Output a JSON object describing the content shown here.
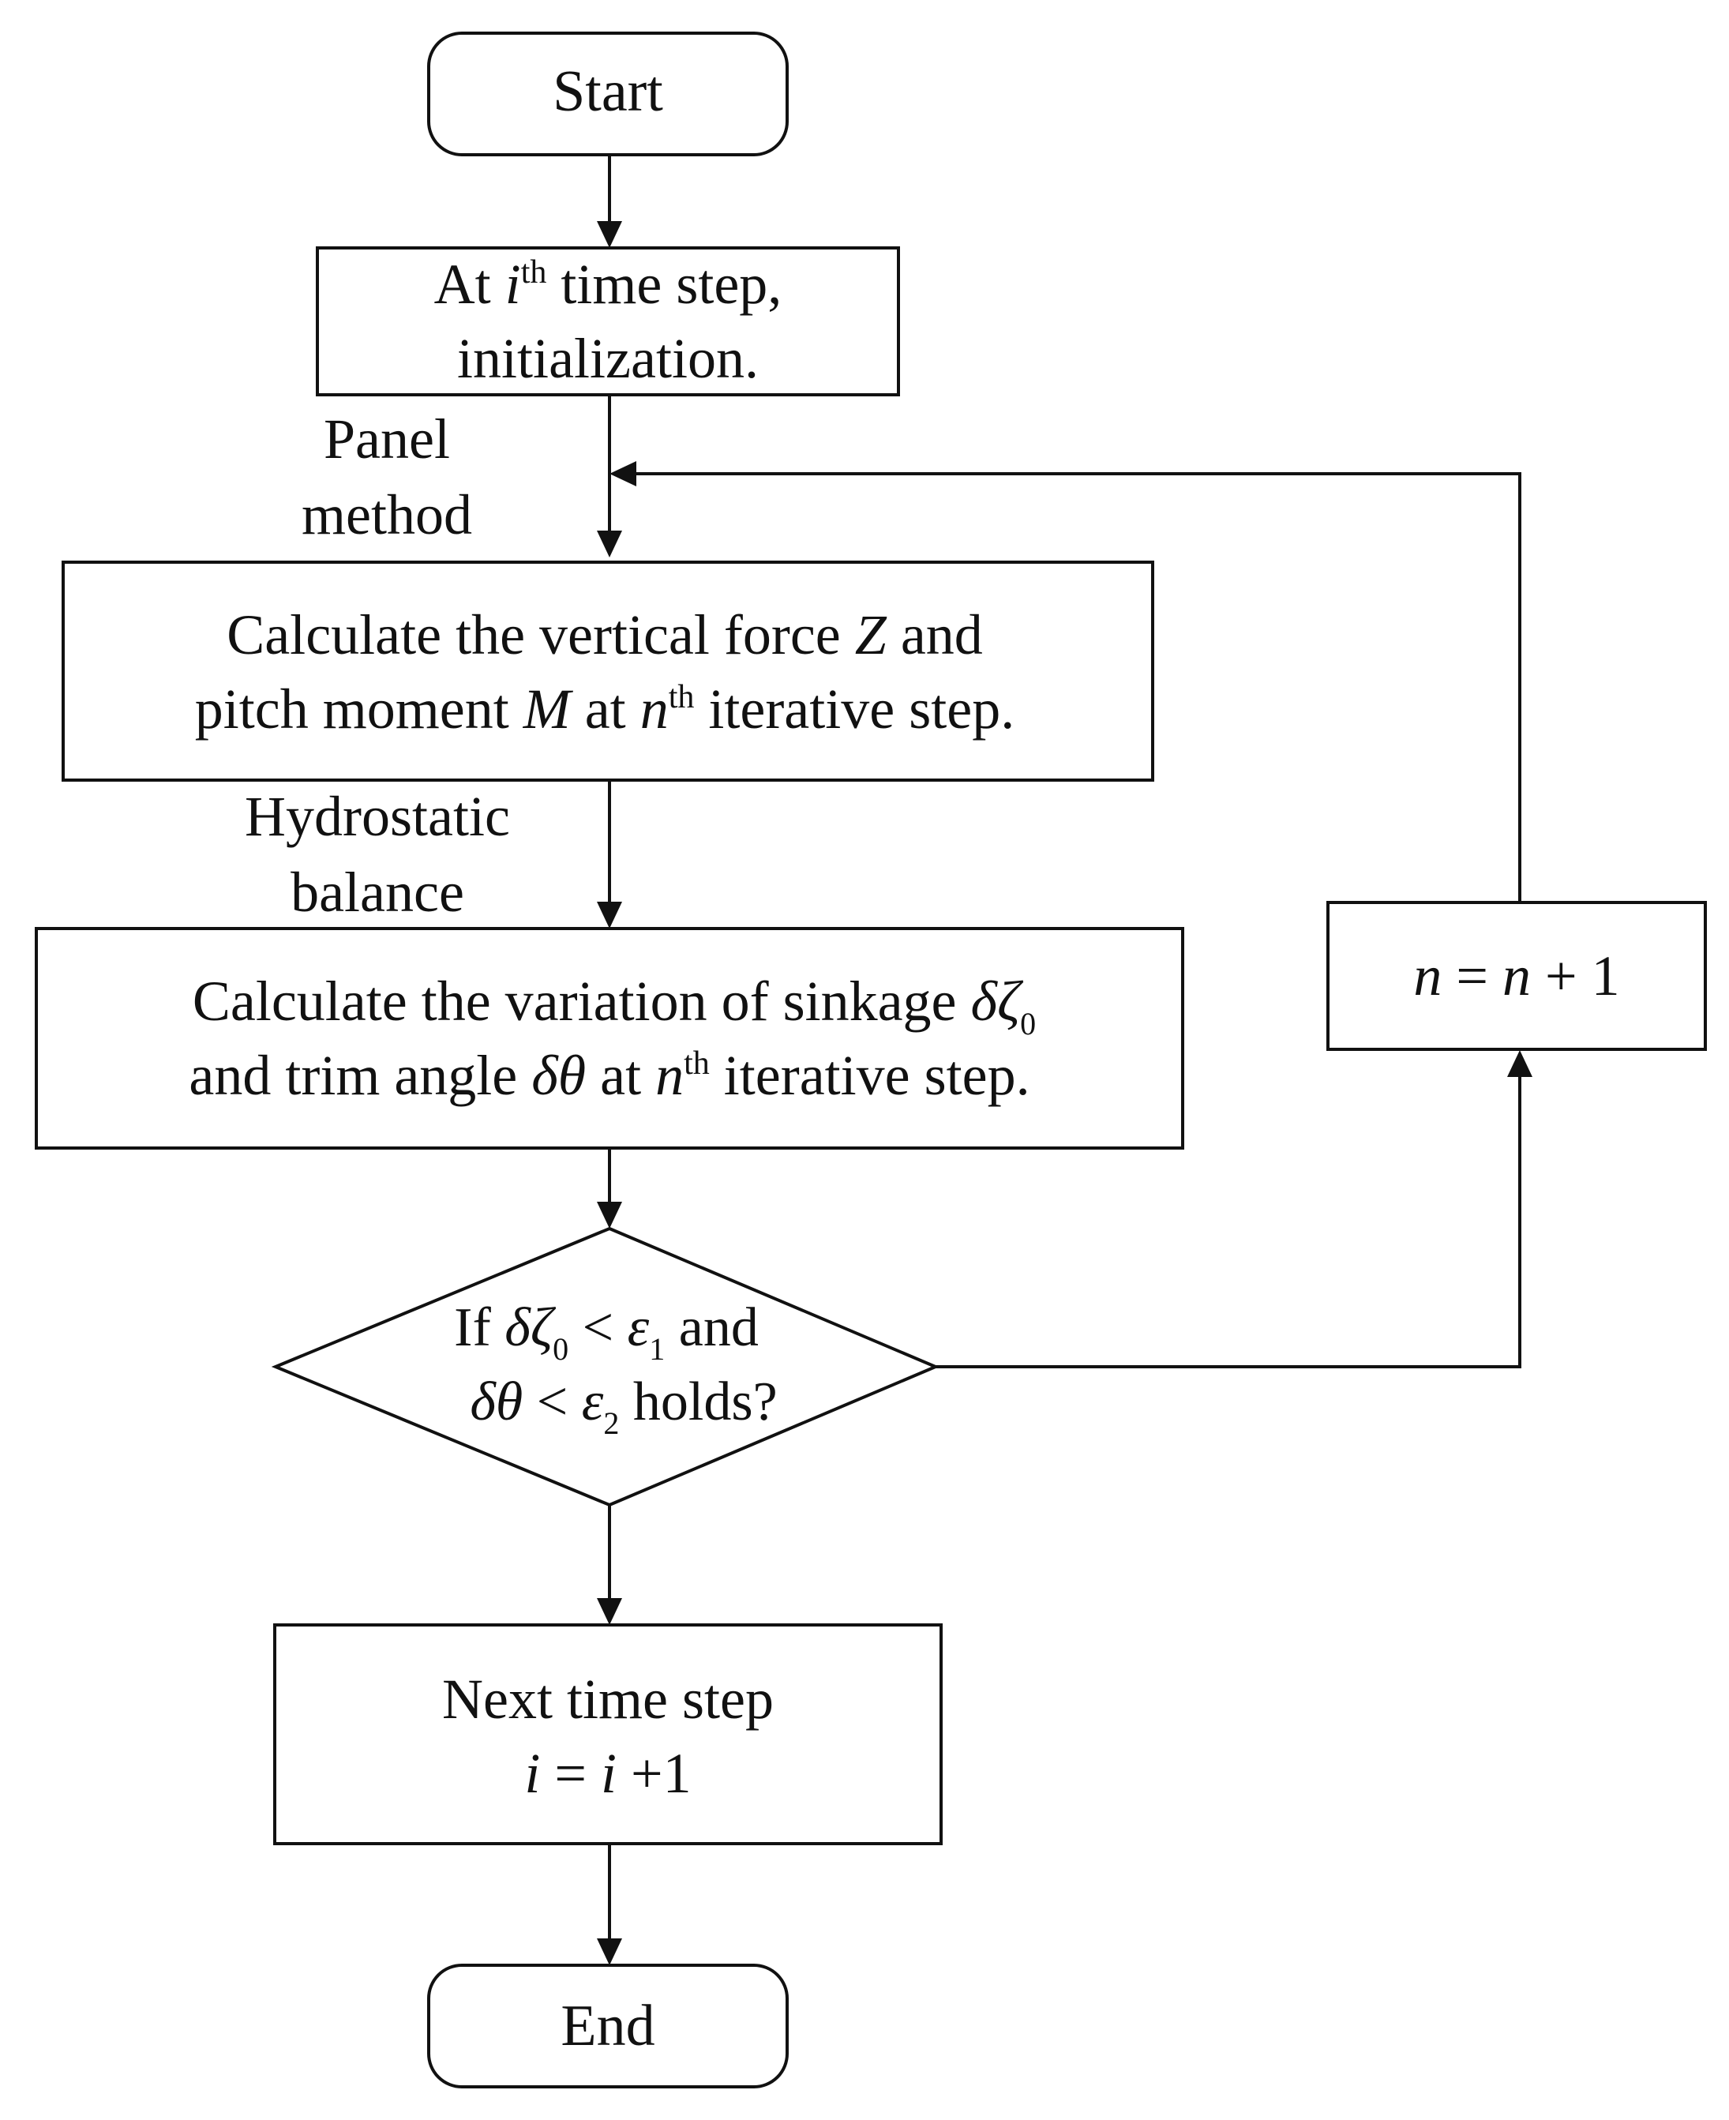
{
  "nodes": {
    "start": {
      "label": "Start"
    },
    "init": {
      "line1_pre": "At ",
      "line1_var": "i",
      "line1_sup": "th",
      "line1_post": " time step,",
      "line2": "initialization."
    },
    "calc_force": {
      "line1_pre": "Calculate the vertical force ",
      "line1_var": "Z",
      "line1_post": " and",
      "line2_pre": "pitch moment ",
      "line2_var": "M",
      "line2_mid": " at ",
      "line2_var2": "n",
      "line2_sup": "th",
      "line2_post": " iterative step."
    },
    "calc_var": {
      "line1_pre": "Calculate the variation of sinkage ",
      "line1_sym": "δζ",
      "line1_sub": "0",
      "line2_pre": "and trim angle ",
      "line2_sym": "δθ",
      "line2_mid": "  at ",
      "line2_var": "n",
      "line2_sup": "th",
      "line2_post": " iterative step."
    },
    "decision": {
      "line1_pre": "If ",
      "line1_sym": "δζ",
      "line1_sub": "0",
      "line1_lt": " < ",
      "line1_eps": "ε",
      "line1_eps_sub": "1",
      "line1_post": " and",
      "line2_sym": "δθ",
      "line2_lt": " < ",
      "line2_eps": "ε",
      "line2_eps_sub": "2",
      "line2_post": " holds?"
    },
    "increment": {
      "var_a": "n",
      "eq": " = ",
      "var_b": "n",
      "plus": " + 1"
    },
    "next_step": {
      "line1": "Next time step",
      "line2_var_a": "i",
      "line2_eq": " = ",
      "line2_var_b": "i",
      "line2_post": " +1"
    },
    "end": {
      "label": "End"
    }
  },
  "edge_labels": {
    "panel_method": {
      "line1": "Panel",
      "line2": "method"
    },
    "hydrostatic": {
      "line1": "Hydrostatic",
      "line2": "balance"
    }
  }
}
